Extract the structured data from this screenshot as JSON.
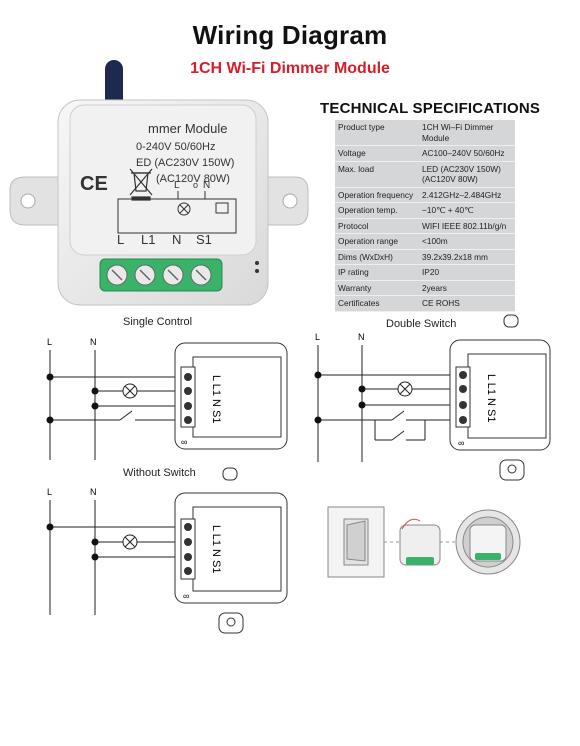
{
  "title": "Wiring Diagram",
  "subtitle": "1CH Wi-Fi Dimmer Module",
  "device_label": {
    "line1": "mmer Module",
    "line2": "0-240V 50/60Hz",
    "line3": "ED (AC230V 150W)",
    "line4": "(AC120V 80W)",
    "terminal_L": "L",
    "terminal_L1": "L1",
    "terminal_N": "N",
    "terminal_S1": "S1",
    "top_L": "L",
    "top_N": "N"
  },
  "specs": {
    "heading": "TECHNICAL SPECIFICATIONS",
    "rows": [
      {
        "k": "Product type",
        "v": "1CH Wi–Fi Dimmer Module"
      },
      {
        "k": "Voltage",
        "v": "AC100–240V 50/60Hz"
      },
      {
        "k": "Max. load",
        "v": "LED (AC230V 150W) (AC120V 80W)"
      },
      {
        "k": "Operation frequency",
        "v": "2.412GHz–2.484GHz"
      },
      {
        "k": "Operation temp.",
        "v": "−10℃ + 40℃"
      },
      {
        "k": "Protocol",
        "v": "WIFI  IEEE 802.11b/g/n"
      },
      {
        "k": "Operation range",
        "v": "<100m"
      },
      {
        "k": "Dims (WxDxH)",
        "v": "39.2x39.2x18 mm"
      },
      {
        "k": "IP rating",
        "v": "IP20"
      },
      {
        "k": "Warranty",
        "v": "2years"
      },
      {
        "k": "Certificates",
        "v": "CE ROHS"
      }
    ]
  },
  "diagrams": {
    "single": {
      "caption": "Single Control"
    },
    "double": {
      "caption": "Double Switch"
    },
    "noswitch": {
      "caption": "Without Switch"
    },
    "line_label": "L",
    "neutral_label": "N",
    "module_terminals": "L L1 N S1",
    "infinity": "∞"
  },
  "colors": {
    "accent_red": "#d41f2a",
    "logo_navy": "#1d2a4d",
    "terminal_green": "#39b36a",
    "table_bg": "#d4d6d8"
  }
}
